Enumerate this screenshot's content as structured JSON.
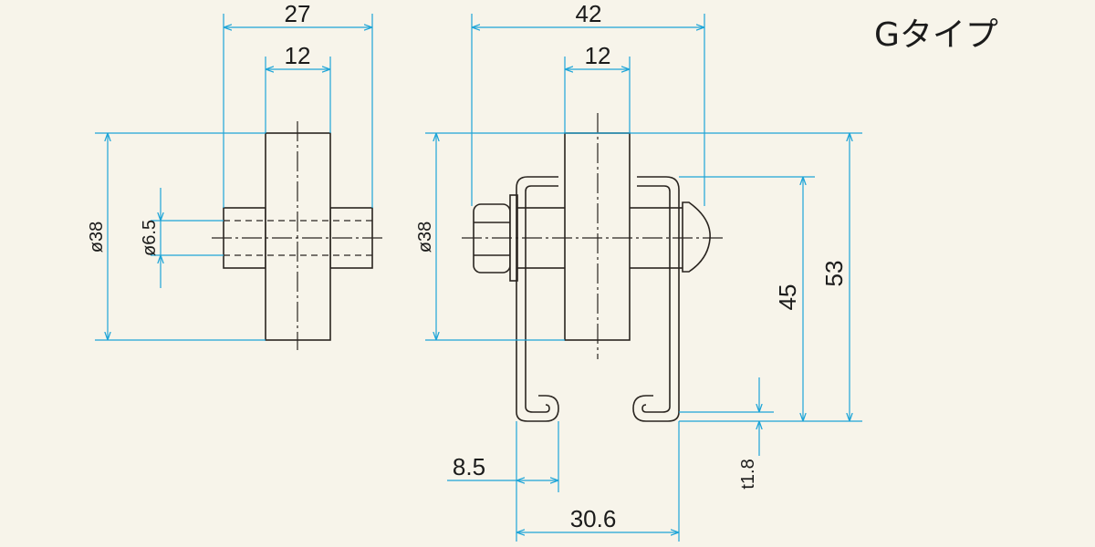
{
  "type_label": "Gタイプ",
  "side_view": {
    "dim_overall_width": "27",
    "dim_body_width": "12",
    "dim_diameter": "ø38",
    "dim_bore": "ø6.5"
  },
  "front_view": {
    "dim_overall_width": "42",
    "dim_body_width": "12",
    "dim_diameter": "ø38",
    "dim_height_inner": "45",
    "dim_height_overall": "53",
    "dim_offset": "8.5",
    "dim_thickness": "t1.8",
    "dim_span": "30.6"
  },
  "colors": {
    "background": "#f7f4ea",
    "dimension": "#1ea5d8",
    "outline": "#2a2520"
  }
}
